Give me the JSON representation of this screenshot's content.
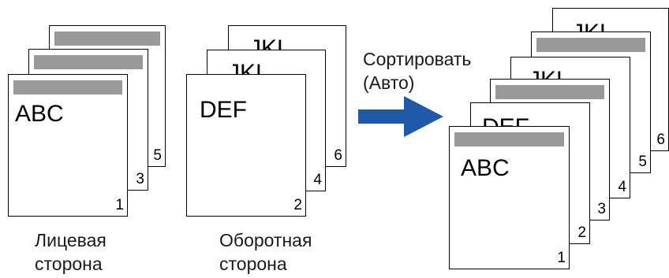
{
  "colors": {
    "header_bar": "#999999",
    "arrow": "#1f5aa8",
    "page_border": "#000000"
  },
  "front_stack": {
    "caption_line1": "Лицевая",
    "caption_line2": "сторона",
    "pages": [
      {
        "number": "5",
        "content": "",
        "has_bar": true
      },
      {
        "number": "3",
        "content": "",
        "has_bar": true
      },
      {
        "number": "1",
        "content": "ABC",
        "has_bar": true
      }
    ]
  },
  "back_stack": {
    "caption_line1": "Оборотная",
    "caption_line2": "сторона",
    "pages": [
      {
        "number": "6",
        "content": "JKL",
        "has_bar": false
      },
      {
        "number": "4",
        "content": "JKL",
        "has_bar": false
      },
      {
        "number": "2",
        "content": "DEF",
        "has_bar": false
      }
    ]
  },
  "action": {
    "line1": "Сортировать",
    "line2": "(Авто)",
    "icon": "right-arrow-icon"
  },
  "sorted_stack": {
    "pages": [
      {
        "number": "6",
        "content": "JKL",
        "has_bar": false
      },
      {
        "number": "5",
        "content": "",
        "has_bar": true
      },
      {
        "number": "4",
        "content": "JKL",
        "has_bar": false
      },
      {
        "number": "3",
        "content": "",
        "has_bar": true
      },
      {
        "number": "2",
        "content": "DEF",
        "has_bar": false
      },
      {
        "number": "1",
        "content": "ABC",
        "has_bar": true
      }
    ]
  }
}
